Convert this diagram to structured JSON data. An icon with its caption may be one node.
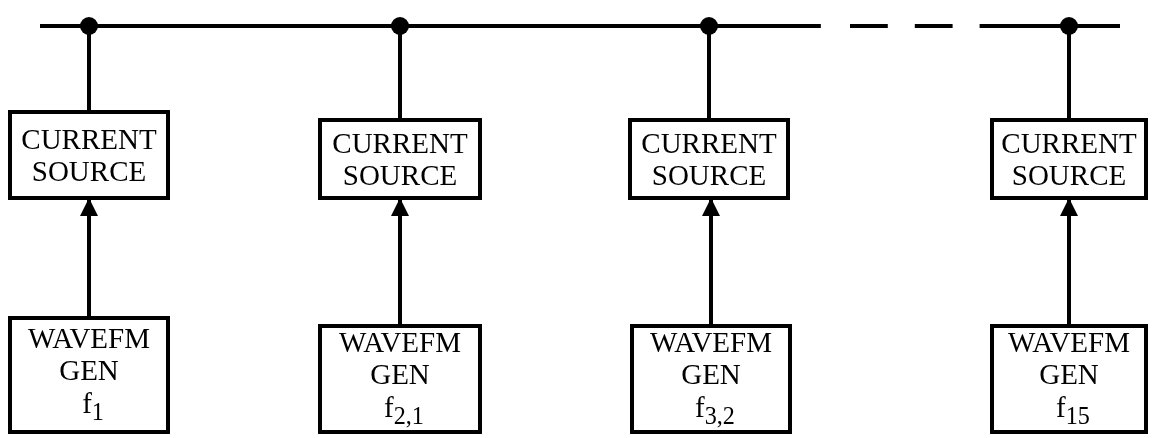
{
  "diagram": {
    "nodes": [
      {
        "text": [],
        "shape": "bar"
      },
      {
        "text": [
          "CURRENT SOURCE"
        ]
      },
      {
        "text": [
          "CURRENT SOURCE"
        ]
      },
      {
        "text": [
          "CURRENT SOURCE"
        ]
      },
      {
        "text": [
          "CURRENT SOURCE"
        ]
      },
      {
        "text": [
          "WAVEFM GEN",
          "f$_{1}$"
        ]
      },
      {
        "text": [
          "WAVEFM GEN",
          "f$_{2,1}$"
        ]
      },
      {
        "text": [
          "WAVEFM GEN",
          "f$_{3,2}$"
        ]
      },
      {
        "text": [
          "WAVEFM GEN",
          "f$_{15}$"
        ]
      }
    ],
    "edges": [
      {
        "from": 5,
        "to": 1,
        "arrow": "to"
      },
      {
        "from": 6,
        "to": 2,
        "arrow": "to"
      },
      {
        "from": 7,
        "to": 3,
        "arrow": "to"
      },
      {
        "from": 8,
        "to": 4,
        "arrow": "to"
      },
      {
        "from": 1,
        "to": 0,
        "arrow": "other"
      },
      {
        "from": 2,
        "to": 0,
        "arrow": "other"
      },
      {
        "from": 3,
        "to": 0,
        "arrow": "other"
      },
      {
        "from": 4,
        "to": 0,
        "arrow": "other"
      }
    ]
  }
}
